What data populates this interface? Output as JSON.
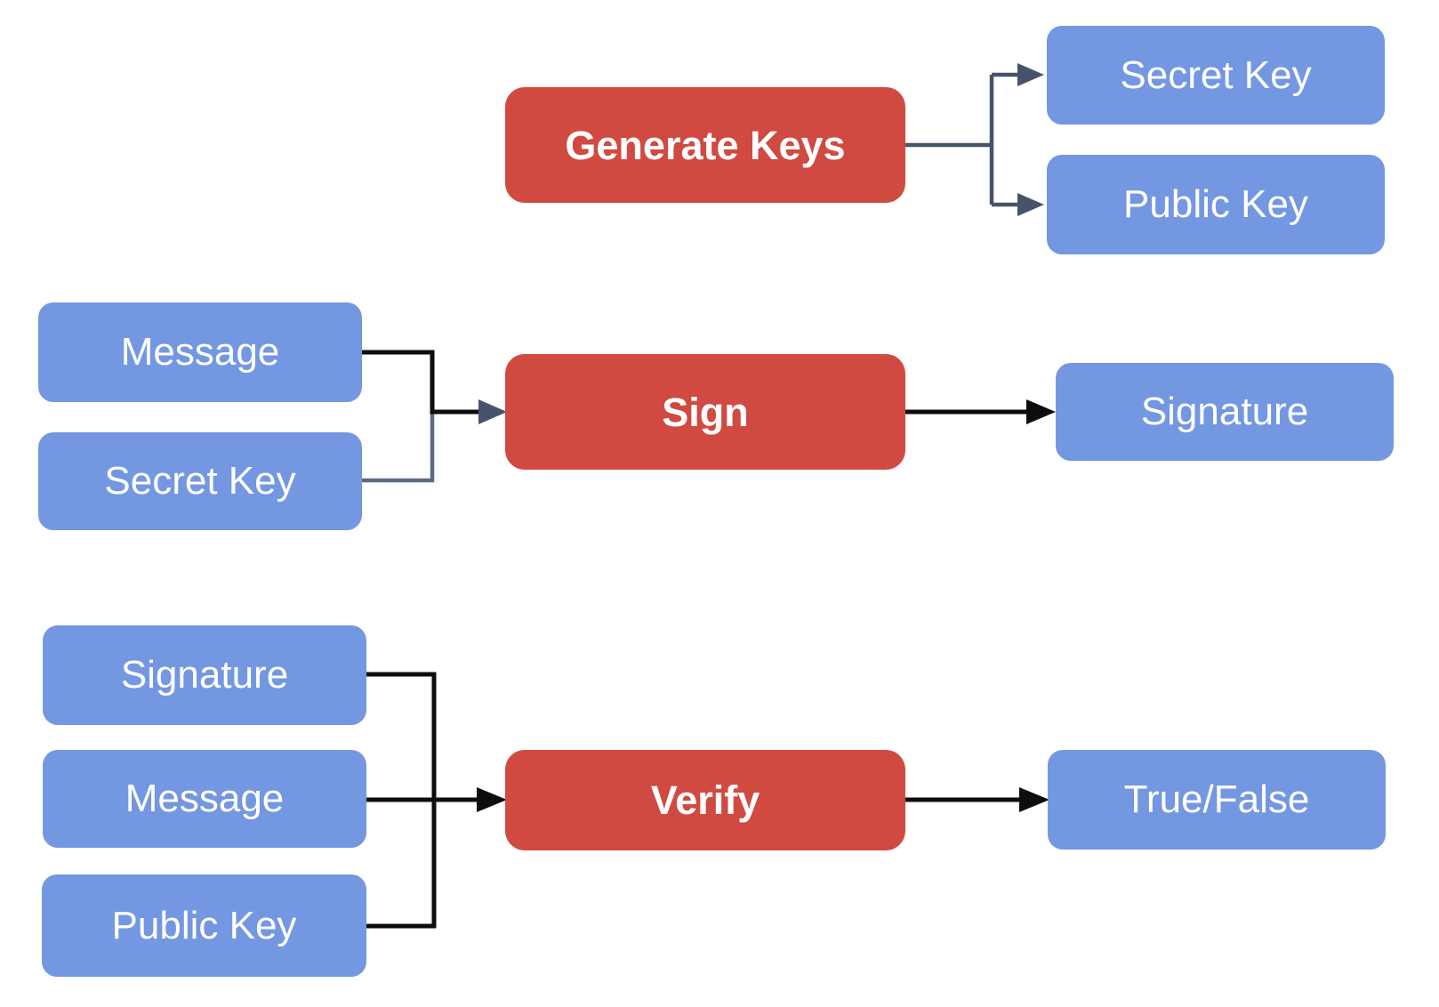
{
  "colors": {
    "data_fill": "#7497e2",
    "process_fill": "#d04a42",
    "conn_dark": "#47536a",
    "conn_gray": "#5d6a80",
    "conn_black": "#0d0d0d",
    "text_color": "#ffffff",
    "bg": "#ffffff"
  },
  "nodes": {
    "generate_keys": "Generate Keys",
    "secret_key_out": "Secret Key",
    "public_key_out": "Public Key",
    "message_sign": "Message",
    "secret_key_sign": "Secret Key",
    "sign": "Sign",
    "signature_out": "Signature",
    "signature_verify": "Signature",
    "message_verify": "Message",
    "public_key_verify": "Public Key",
    "verify": "Verify",
    "true_false": "True/False"
  }
}
